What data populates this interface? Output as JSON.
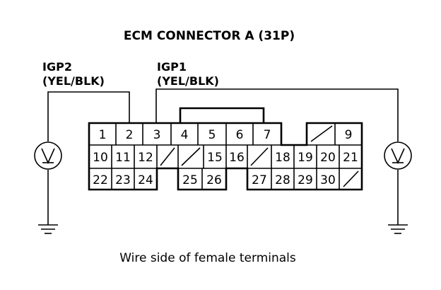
{
  "title": "ECM CONNECTOR A (31P)",
  "caption": "Wire side of female terminals",
  "probes": [
    {
      "name": "IGP2",
      "wire": "(YEL/BLK)"
    },
    {
      "name": "IGP1",
      "wire": "(YEL/BLK)"
    }
  ],
  "connector": {
    "row1": [
      "1",
      "2",
      "3",
      "4",
      "5",
      "6",
      "7",
      "",
      "9"
    ],
    "row2": [
      "10",
      "11",
      "12",
      "",
      "15",
      "16",
      "",
      "18",
      "19",
      "20",
      "21"
    ],
    "row3": [
      "22",
      "23",
      "24",
      "25",
      "26",
      "27",
      "28",
      "29",
      "30",
      ""
    ]
  }
}
